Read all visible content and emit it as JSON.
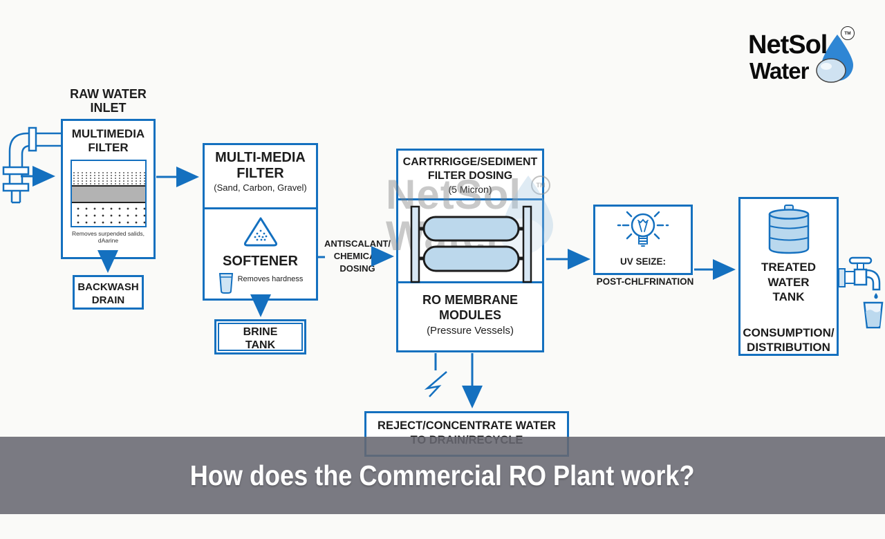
{
  "banner": {
    "title": "How does the Commercial RO Plant work?"
  },
  "logo": {
    "name": "NetSol",
    "word": "Water",
    "tm": "TM"
  },
  "watermark": {
    "line1": "NetSol",
    "line2": "Water",
    "tm": "TM"
  },
  "diagram": {
    "raw_water": {
      "line1": "RAW WATER",
      "line2": "INLET"
    },
    "multimedia_filter": {
      "line1": "MULTIMEDIA",
      "line2": "FILTER",
      "caption1": "Removes surpended salids,",
      "caption2": "dAarine"
    },
    "backwash": {
      "line1": "BACKWASH",
      "line2": "DRAIN"
    },
    "media_filter2": {
      "line1": "MULTI-MEDIA",
      "line2": "FILTER",
      "sub": "(Sand, Carbon, Gravel)"
    },
    "softener": {
      "title": "SOFTENER",
      "note": "Removes hardness"
    },
    "brine": {
      "line1": "BRINE",
      "line2": "TANK"
    },
    "dosing": {
      "line1": "ANTISCALANT/",
      "line2": "CHEMICAL",
      "line3": "DOSING"
    },
    "cartridge": {
      "line1": "CARTRRIGGE/SEDIMENT",
      "line2": "FILTER DOSING",
      "sub": "(5 Micron)"
    },
    "ro_membrane": {
      "line1": "RO MEMBRANE",
      "line2": "MODULES",
      "sub": "(Pressure Vessels)"
    },
    "uv": {
      "line1": "UV SEIZE:",
      "line2": "POST-CHLFRINATION"
    },
    "treated": {
      "line1": "TREATED",
      "line2": "WATER",
      "line3": "TANK",
      "line4": "CONSUMPTION/",
      "line5": "DISTRIBUTION"
    },
    "reject": {
      "line1": "REJECT/CONCENTRATE WATER",
      "line2": "TO DRAIN/RECYCLE"
    }
  },
  "icons": {
    "inlet": "pipe-icon",
    "filter": "filter-layers-icon",
    "softener": "triangle-dots-icon",
    "softener_cup": "cup-icon",
    "membranes": "membrane-vessels-icon",
    "uv": "lightbulb-icon",
    "power": "lightning-icon",
    "storage": "tank-icon",
    "outlet": "faucet-icon",
    "drink": "water-glass-icon",
    "brand": "water-drop-logo-icon"
  },
  "colors": {
    "accent_blue": "#1470bf",
    "outline_dark": "#1c1c1c",
    "banner_gray": "#68687 1",
    "membrane_fill": "#bcd8ec",
    "tank_fill": "#b9d8ee",
    "logo_drop_blue": "#2f86d4",
    "background": "#fafaf8"
  }
}
